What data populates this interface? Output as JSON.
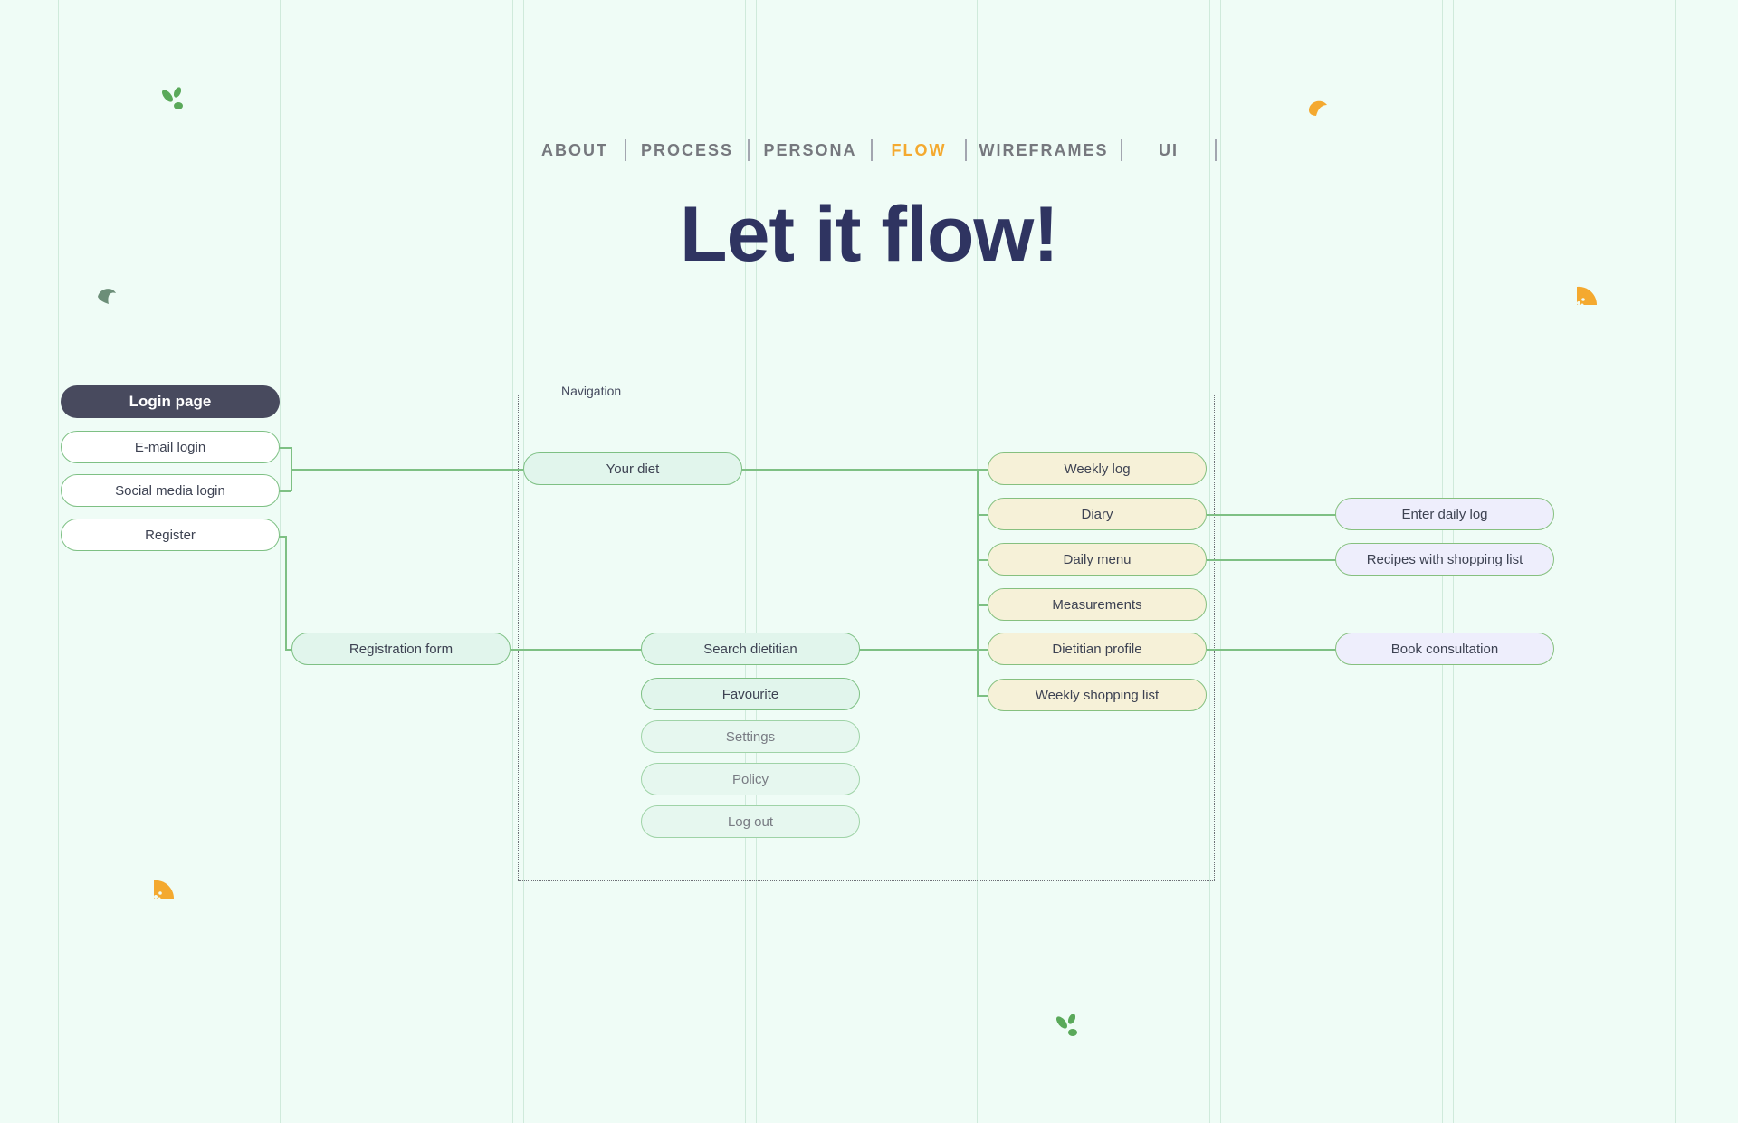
{
  "nav": {
    "items": [
      "ABOUT",
      "PROCESS",
      "PERSONA",
      "FLOW",
      "WIREFRAMES",
      "UI"
    ],
    "active": "FLOW"
  },
  "hero": {
    "title": "Let it flow!"
  },
  "login_group": {
    "title": "Login page",
    "items": [
      "E-mail login",
      "Social media login",
      "Register"
    ]
  },
  "registration": {
    "label": "Registration form"
  },
  "navigation": {
    "label": "Navigation",
    "your_diet": "Your diet",
    "menu": [
      "Search dietitian",
      "Favourite",
      "Settings",
      "Policy",
      "Log out"
    ]
  },
  "diet_items": [
    "Weekly log",
    "Diary",
    "Daily menu",
    "Measurements",
    "Dietitian profile",
    "Weekly shopping list"
  ],
  "actions": [
    "Enter daily log",
    "Recipes with shopping list",
    "Book consultation"
  ],
  "colors": {
    "background": "#effcf6",
    "accent": "#f4a92f",
    "title": "#2f3461",
    "connector": "#7ec084",
    "leaf_green": "#5aa95a",
    "leaf_gray": "#6c8e78"
  }
}
